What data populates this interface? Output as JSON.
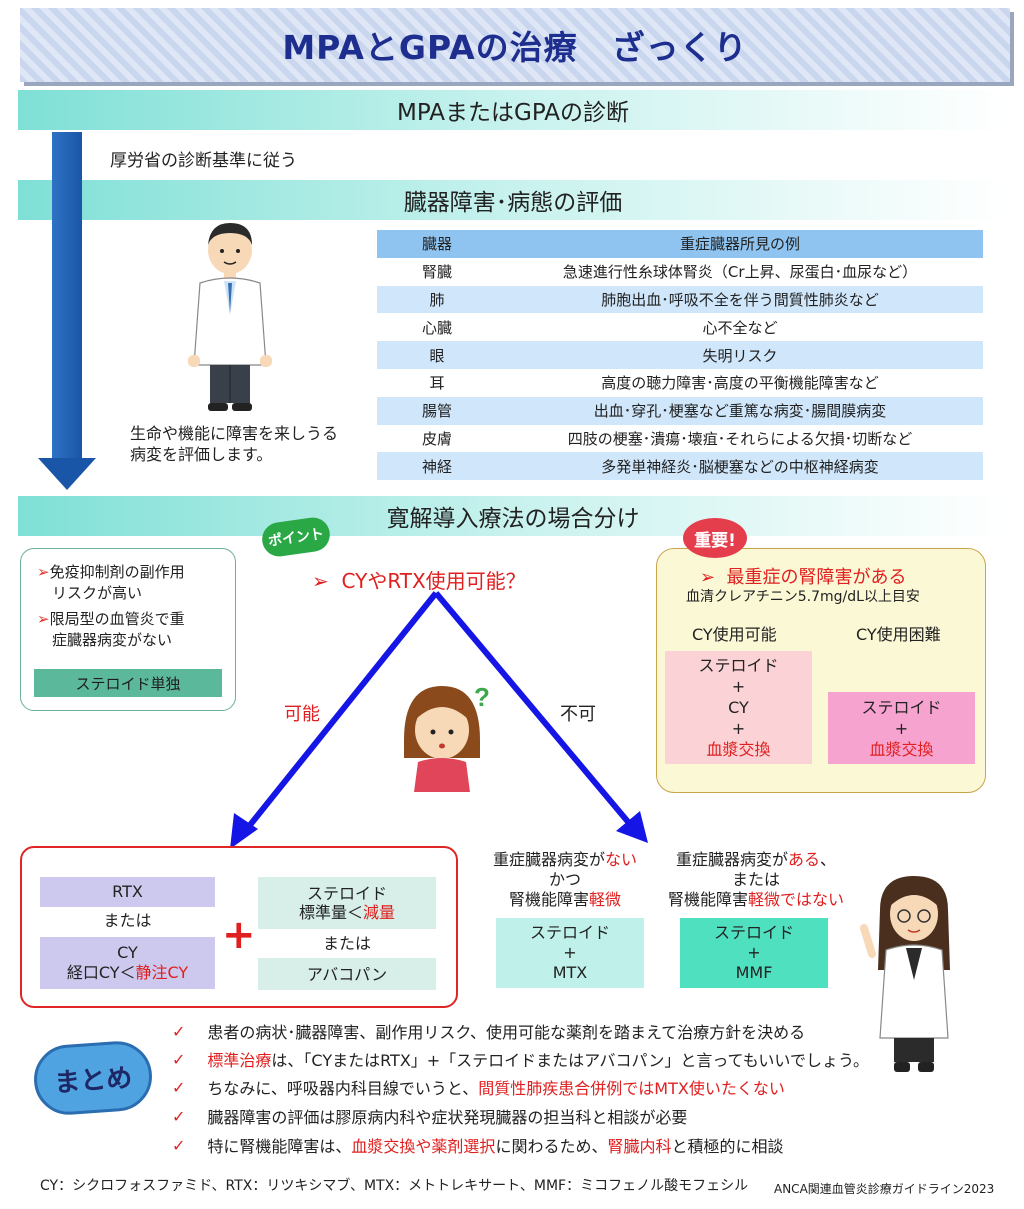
{
  "title": "MPAとGPAの治療　ざっくり",
  "sections": {
    "diagnosis": "MPAまたはGPAの診断",
    "evaluation": "臓器障害･病態の評価",
    "induction": "寛解導入療法の場合分け"
  },
  "diagnosis_note": "厚労省の診断基準に従う",
  "evaluation_note_1": "生命や機能に障害を来しうる",
  "evaluation_note_2": "病変を評価します。",
  "table": {
    "header": [
      "臓器",
      "重症臓器所見の例"
    ],
    "rows": [
      [
        "腎臓",
        "急速進行性糸球体腎炎（Cr上昇、尿蛋白･血尿など）"
      ],
      [
        "肺",
        "肺胞出血･呼吸不全を伴う間質性肺炎など"
      ],
      [
        "心臓",
        "心不全など"
      ],
      [
        "眼",
        "失明リスク"
      ],
      [
        "耳",
        "高度の聴力障害･高度の平衡機能障害など"
      ],
      [
        "腸管",
        "出血･穿孔･梗塞など重篤な病変･腸間膜病変"
      ],
      [
        "皮膚",
        "四肢の梗塞･潰瘍･壊疽･それらによる欠損･切断など"
      ],
      [
        "神経",
        "多発単神経炎･脳梗塞などの中枢神経病変"
      ]
    ]
  },
  "steroid_only": {
    "bullet_1a": "免疫抑制剤の副作用",
    "bullet_1b": "リスクが高い",
    "bullet_2a": "限局型の血管炎で重",
    "bullet_2b": "症臓器病変がない",
    "label": "ステロイド単独"
  },
  "point_badge": "ポイント",
  "question": "CYやRTX使用可能？",
  "branch_yes": "可能",
  "branch_no": "不可",
  "important": {
    "badge": "重要!",
    "heading": "最重症の腎障害がある",
    "sub": "血清クレアチニン5.7mg/dL以上目安",
    "col_a": "CY使用可能",
    "col_b": "CY使用困難",
    "a_1": "ステロイド",
    "a_2": "+",
    "a_3": "CY",
    "a_4": "+",
    "a_5": "血漿交換",
    "b_1": "ステロイド",
    "b_2": "+",
    "b_3": "血漿交換"
  },
  "possible": {
    "rtx": "RTX",
    "or1": "または",
    "cy": "CY",
    "cy_sub_a": "経口CY＜",
    "cy_sub_b": "静注CY",
    "plus": "+",
    "steroid": "ステロイド",
    "steroid_sub_a": "標準量＜",
    "steroid_sub_b": "減量",
    "or2": "または",
    "avacopan": "アバコパン"
  },
  "impossible": {
    "c1_a": "重症臓器病変が",
    "c1_b": "ない",
    "c1_c": "かつ",
    "c1_d": "腎機能障害",
    "c1_e": "軽微",
    "c2_a": "重症臓器病変が",
    "c2_b": "ある",
    "c2_c": "、",
    "c2_d": "または",
    "c2_e": "腎機能障害",
    "c2_f": "軽微ではない",
    "mtx_1": "ステロイド",
    "mtx_2": "+",
    "mtx_3": "MTX",
    "mmf_1": "ステロイド",
    "mmf_2": "+",
    "mmf_3": "MMF"
  },
  "summary": {
    "badge": "まとめ",
    "check": "✓",
    "l1": "患者の病状･臓器障害、副作用リスク、使用可能な薬剤を踏まえて治療方針を決める",
    "l2_red": "標準治療",
    "l2_rest": "は、「CYまたはRTX」+「ステロイドまたはアバコパン」と言ってもいいでしょう。",
    "l3_a": "ちなみに、呼吸器内科目線でいうと、",
    "l3_red": "間質性肺疾患合併例ではMTX使いたくない",
    "l4": "臓器障害の評価は膠原病内科や症状発現臓器の担当科と相談が必要",
    "l5_a": "特に腎機能障害は、",
    "l5_red1": "血漿交換や薬剤選択",
    "l5_b": "に関わるため、",
    "l5_red2": "腎臓内科",
    "l5_c": "と積極的に相談"
  },
  "footer": {
    "abbrev": "CY：シクロフォスファミド、RTX：リツキシマブ、MTX：メトトレキサート、MMF：ミコフェノル酸モフェシル",
    "source": "ANCA関連血管炎診療ガイドライン2023"
  },
  "colors": {
    "title": "#1d2e8f",
    "arrow": "#1a56a8",
    "branch_arrow": "#1515e6",
    "accent_red": "#e02020"
  }
}
